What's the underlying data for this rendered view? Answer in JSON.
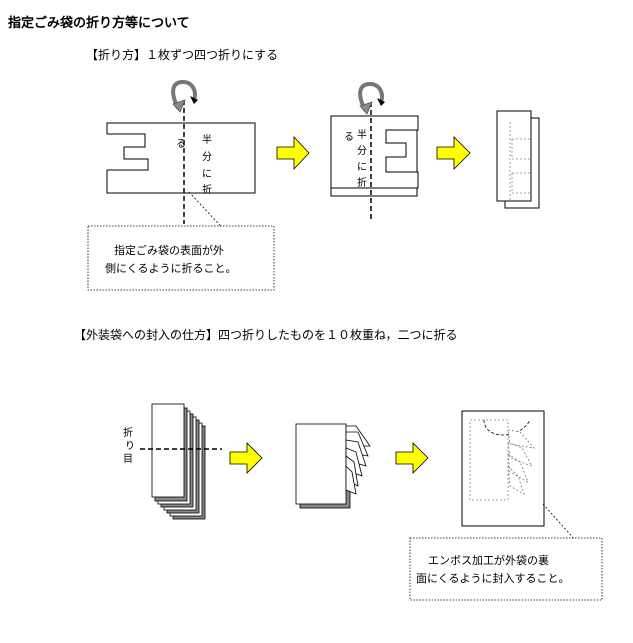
{
  "title": "指定ごみ袋の折り方等について",
  "section1": {
    "heading": "【折り方】１枚ずつ四つ折りにする",
    "fold_label": [
      "半",
      "分",
      "に",
      "折",
      "る"
    ],
    "note_lines": [
      "指定ごみ袋の表面が外",
      "側にくるように折ること。"
    ]
  },
  "section2": {
    "heading": "【外装袋への封入の仕方】四つ折りしたものを１０枚重ね，二つに折る",
    "fold_line_label": [
      "折",
      "り",
      "目"
    ],
    "note_lines": [
      "エンボス加工が外袋の裏",
      "面にくるように封入すること。"
    ]
  },
  "colors": {
    "arrow_fill": "#ffff00",
    "arrow_stroke": "#000000",
    "fold_arrow": "#9a9a9a"
  }
}
